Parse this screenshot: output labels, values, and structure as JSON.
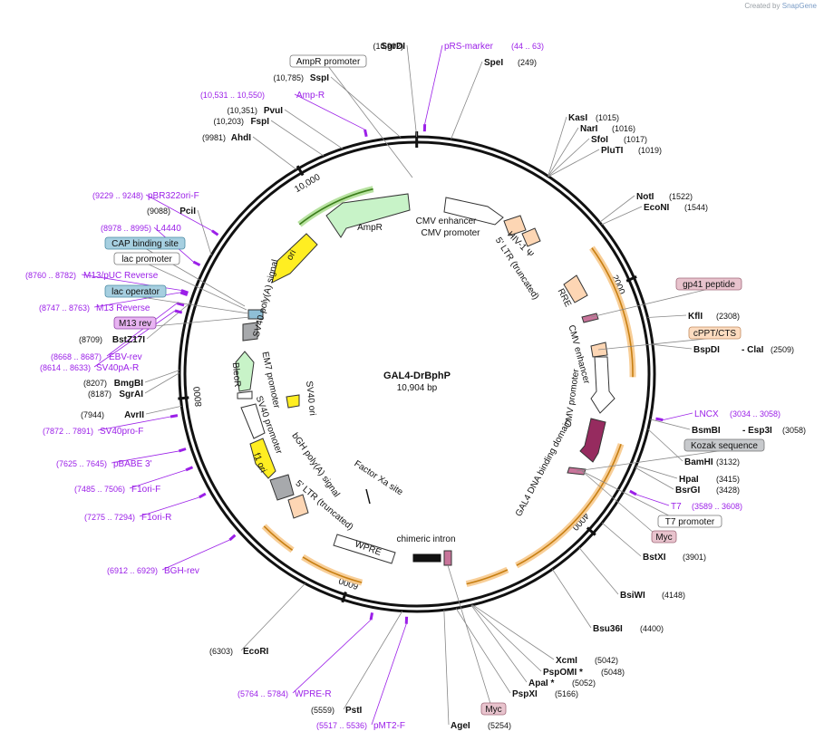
{
  "brand": {
    "prefix": "Created by",
    "name": "SnapGene"
  },
  "plasmid": {
    "name": "GAL4-DrBphP",
    "size": "10,904 bp",
    "length": 10904
  },
  "ticks": [
    {
      "pos": 2000,
      "label": "2000"
    },
    {
      "pos": 4000,
      "label": "4000"
    },
    {
      "pos": 6000,
      "label": "6000"
    },
    {
      "pos": 8000,
      "label": "8000"
    },
    {
      "pos": 10000,
      "label": "10,000"
    }
  ],
  "sites": [
    {
      "name": "SgrDI",
      "pos": 10902,
      "pos_label": "(10,902)"
    },
    {
      "name": "SpeI",
      "pos": 249,
      "pos_label": "(249)"
    },
    {
      "name": "SspI",
      "pos": 10785,
      "pos_label": "(10,785)"
    },
    {
      "name": "PvuI",
      "pos": 10351,
      "pos_label": "(10,351)"
    },
    {
      "name": "FspI",
      "pos": 10203,
      "pos_label": "(10,203)"
    },
    {
      "name": "AhdI",
      "pos": 9981,
      "pos_label": "(9981)"
    },
    {
      "name": "KasI",
      "pos": 1015,
      "pos_label": "(1015)"
    },
    {
      "name": "NarI",
      "pos": 1016,
      "pos_label": "(1016)"
    },
    {
      "name": "SfoI",
      "pos": 1017,
      "pos_label": "(1017)"
    },
    {
      "name": "PluTI",
      "pos": 1019,
      "pos_label": "(1019)"
    },
    {
      "name": "NotI",
      "pos": 1522,
      "pos_label": "(1522)"
    },
    {
      "name": "EcoNI",
      "pos": 1544,
      "pos_label": "(1544)"
    },
    {
      "name": "KflI",
      "pos": 2308,
      "pos_label": "(2308)"
    },
    {
      "name": "BspDI",
      "name2": "ClaI",
      "pos": 2509,
      "pos_label": "(2509)"
    },
    {
      "name": "BsmBI",
      "name2": "Esp3I",
      "pos": 3058,
      "pos_label": "(3058)"
    },
    {
      "name": "BamHI",
      "pos": 3132,
      "pos_label": "(3132)"
    },
    {
      "name": "HpaI",
      "pos": 3415,
      "pos_label": "(3415)"
    },
    {
      "name": "BsrGI",
      "pos": 3428,
      "pos_label": "(3428)"
    },
    {
      "name": "BstXI",
      "pos": 3901,
      "pos_label": "(3901)"
    },
    {
      "name": "BsiWI",
      "pos": 4148,
      "pos_label": "(4148)"
    },
    {
      "name": "Bsu36I",
      "pos": 4400,
      "pos_label": "(4400)"
    },
    {
      "name": "XcmI",
      "pos": 5042,
      "pos_label": "(5042)"
    },
    {
      "name": "PspOMI *",
      "pos": 5048,
      "pos_label": "(5048)"
    },
    {
      "name": "ApaI *",
      "pos": 5052,
      "pos_label": "(5052)"
    },
    {
      "name": "PspXI",
      "pos": 5166,
      "pos_label": "(5166)"
    },
    {
      "name": "AgeI",
      "pos": 5254,
      "pos_label": "(5254)"
    },
    {
      "name": "PstI",
      "pos": 5559,
      "pos_label": "(5559)"
    },
    {
      "name": "EcoRI",
      "pos": 6303,
      "pos_label": "(6303)"
    },
    {
      "name": "AvrII",
      "pos": 7944,
      "pos_label": "(7944)"
    },
    {
      "name": "BmgBI",
      "pos": 8207,
      "pos_label": "(8207)"
    },
    {
      "name": "SgrAI",
      "pos": 8187,
      "pos_label": "(8187)"
    },
    {
      "name": "BstZ17I",
      "pos": 8709,
      "pos_label": "(8709)"
    },
    {
      "name": "PciI",
      "pos": 9088,
      "pos_label": "(9088)"
    }
  ],
  "primers": [
    {
      "name": "pRS-marker",
      "range": "(44 .. 63)",
      "pos": 54
    },
    {
      "name": "Amp-R",
      "range": "(10,531 .. 10,550)",
      "pos": 10540
    },
    {
      "name": "pBR322ori-F",
      "range": "(9229 .. 9248)",
      "pos": 9238
    },
    {
      "name": "L4440",
      "range": "(8978 .. 8995)",
      "pos": 8986
    },
    {
      "name": "M13/pUC Reverse",
      "range": "(8760 .. 8782)",
      "pos": 8771
    },
    {
      "name": "M13 Reverse",
      "range": "(8747 .. 8763)",
      "pos": 8755
    },
    {
      "name": "EBV-rev",
      "range": "(8668 .. 8687)",
      "pos": 8677
    },
    {
      "name": "SV40pA-R",
      "range": "(8614 .. 8633)",
      "pos": 8623
    },
    {
      "name": "SV40pro-F",
      "range": "(7872 .. 7891)",
      "pos": 7881
    },
    {
      "name": "pBABE 3'",
      "range": "(7625 .. 7645)",
      "pos": 7635
    },
    {
      "name": "F1ori-F",
      "range": "(7485 .. 7506)",
      "pos": 7495
    },
    {
      "name": "F1ori-R",
      "range": "(7275 .. 7294)",
      "pos": 7284
    },
    {
      "name": "BGH-rev",
      "range": "(6912 .. 6929)",
      "pos": 6920
    },
    {
      "name": "WPRE-R",
      "range": "(5764 .. 5784)",
      "pos": 5774
    },
    {
      "name": "pMT2-F",
      "range": "(5517 .. 5536)",
      "pos": 5526
    },
    {
      "name": "LNCX",
      "range": "(3034 .. 3058)",
      "pos": 3046
    },
    {
      "name": "T7",
      "range": "(3589 .. 3608)",
      "pos": 3598
    }
  ],
  "boxed_features": [
    {
      "name": "AmpR promoter",
      "style": "white"
    },
    {
      "name": "CAP binding site",
      "style": "blue"
    },
    {
      "name": "lac promoter",
      "style": "white"
    },
    {
      "name": "lac operator",
      "style": "blue"
    },
    {
      "name": "M13 rev",
      "style": "violet"
    },
    {
      "name": "gp41 peptide",
      "style": "pink"
    },
    {
      "name": "cPPT/CTS",
      "style": "peach"
    },
    {
      "name": "Kozak sequence",
      "style": "gray"
    },
    {
      "name": "Myc",
      "style": "pink"
    },
    {
      "name": "T7 promoter",
      "style": "white"
    },
    {
      "name": "Myc",
      "style": "pink"
    }
  ],
  "inner_labels": [
    {
      "name": "CMV enhancer",
      "rotate": 0
    },
    {
      "name": "CMV promoter",
      "rotate": 0
    },
    {
      "name": "AmpR",
      "rotate": 0
    },
    {
      "name": "ori",
      "rotate": -62
    },
    {
      "name": "HIV-1 Ψ",
      "rotate": 45
    },
    {
      "name": "5' LTR (truncated)",
      "rotate": 57
    },
    {
      "name": "RRE",
      "rotate": 63
    },
    {
      "name": "CMV enhancer",
      "rotate": 75
    },
    {
      "name": "CMV promoter",
      "rotate": -82
    },
    {
      "name": "GAL4 DNA binding domain",
      "rotate": -62
    },
    {
      "name": "SV40 poly(A) signal",
      "rotate": -76
    },
    {
      "name": "BleoR",
      "rotate": 85
    },
    {
      "name": "EM7 promoter",
      "rotate": 78
    },
    {
      "name": "SV40 ori",
      "rotate": 84
    },
    {
      "name": "SV40 promoter",
      "rotate": 70
    },
    {
      "name": "bGH poly(A) signal",
      "rotate": 55
    },
    {
      "name": "f1 ori",
      "rotate": 68
    },
    {
      "name": "5' LTR (truncated)",
      "rotate": 40
    },
    {
      "name": "Factor Xa site",
      "rotate": 33
    },
    {
      "name": "WPRE",
      "rotate": 20
    },
    {
      "name": "chimeric intron",
      "rotate": 0
    }
  ]
}
